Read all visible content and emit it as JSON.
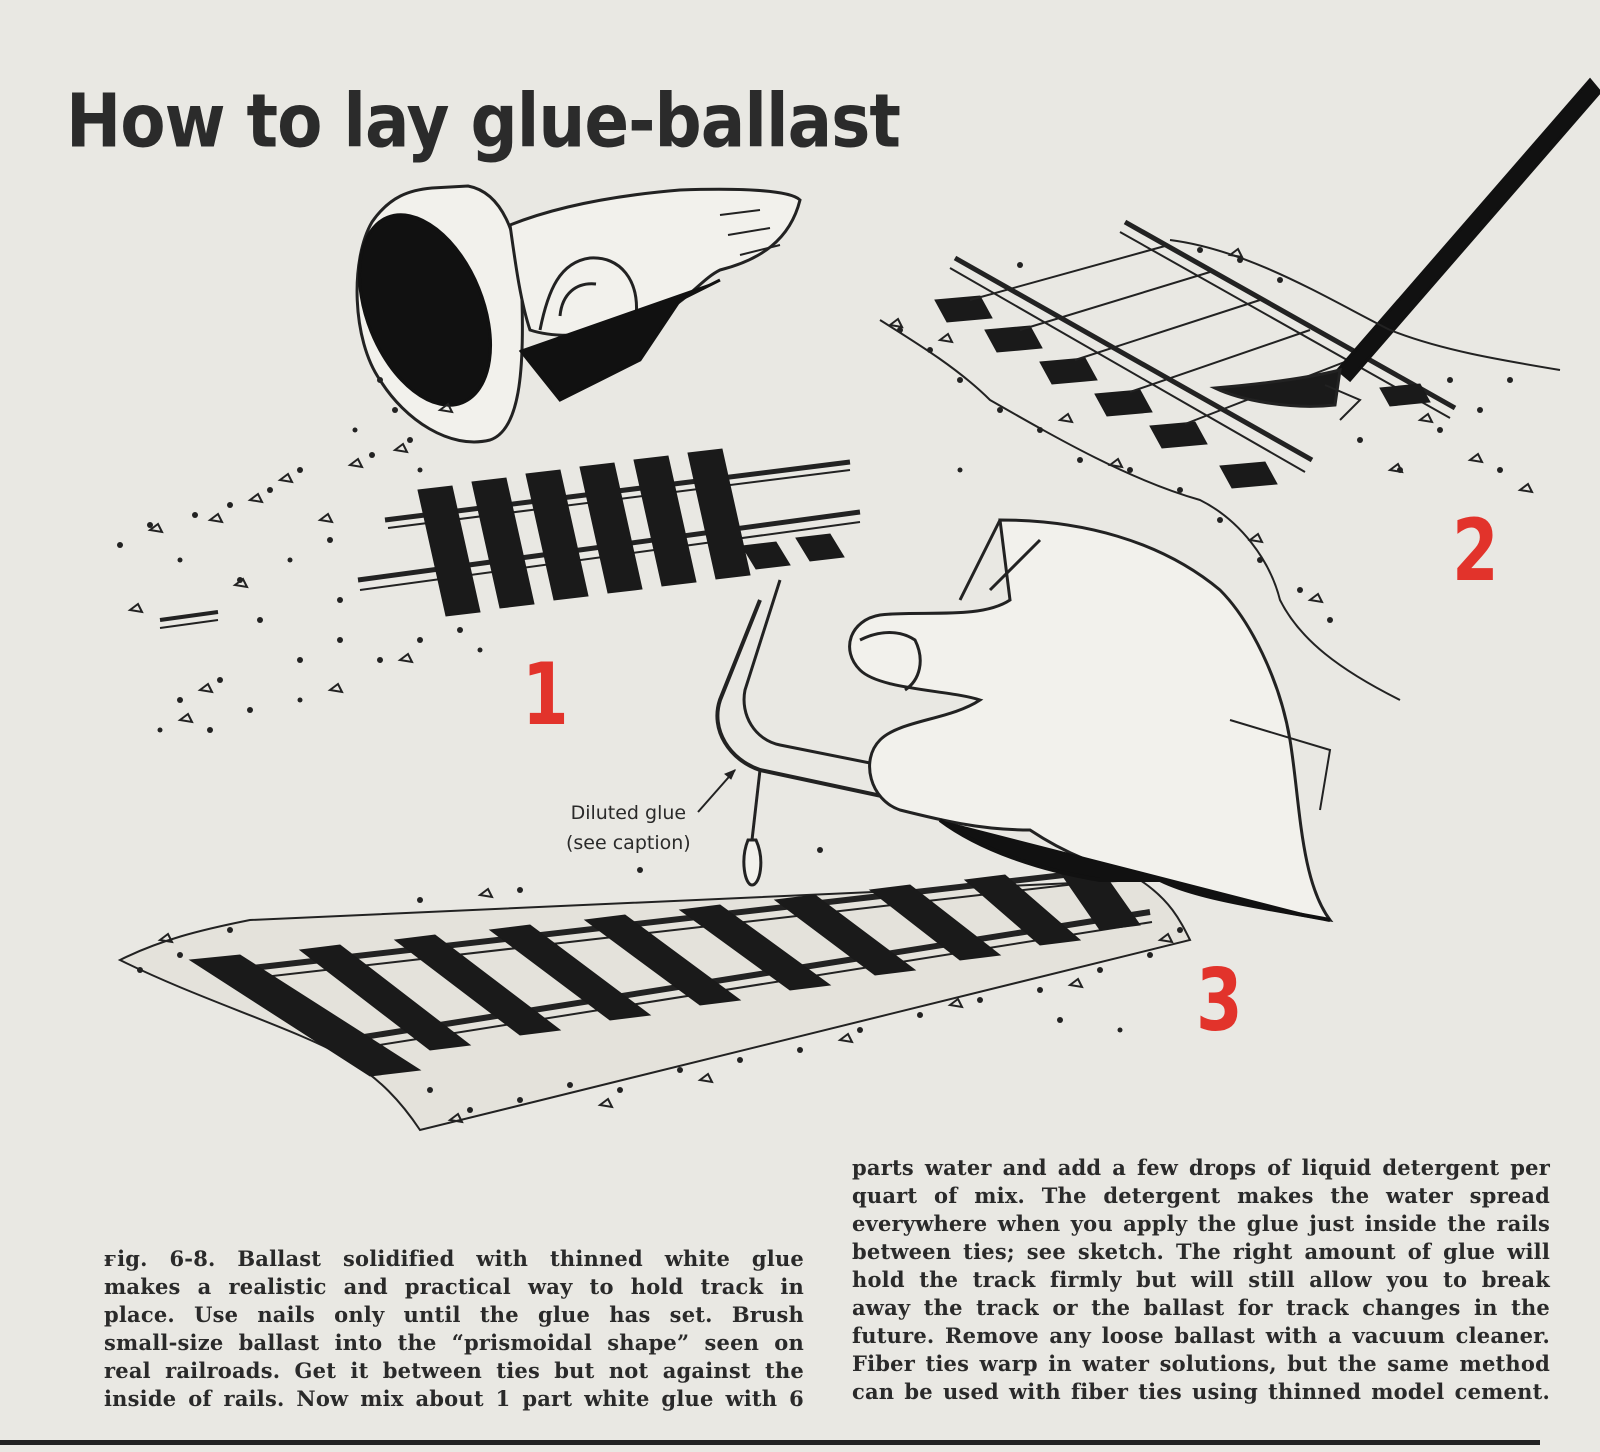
{
  "headline": "How to lay glue-ballast",
  "steps": [
    "1",
    "2",
    "3"
  ],
  "callout": {
    "line1": "Diluted glue",
    "line2": "(see caption)"
  },
  "caption_left": [
    "ғig. 6-8. Ballast solidified with thinned white glue",
    "makes a realistic and practical way to hold track in",
    "place. Use nails only until the glue has set. Brush",
    "small-size ballast into the “prismoidal shape” seen on",
    "real railroads. Get it between ties but not against the",
    "inside of rails. Now mix about 1 part white glue with 6"
  ],
  "caption_right": [
    "parts water and add a few drops of liquid detergent per",
    "quart of mix. The detergent makes the water spread",
    "everywhere when you apply the glue just inside the rails",
    "between ties; see sketch. The right amount of glue will",
    "hold the track firmly but will still allow you to break",
    "away the track or the ballast for track changes in the",
    "future. Remove any loose ballast with a vacuum cleaner.",
    "Fiber ties warp in water solutions, but the same method",
    "can be used with fiber ties using thinned model cement."
  ],
  "colors": {
    "paper": "#e9e8e3",
    "ink": "#222222",
    "step_number": "#e2332b"
  }
}
